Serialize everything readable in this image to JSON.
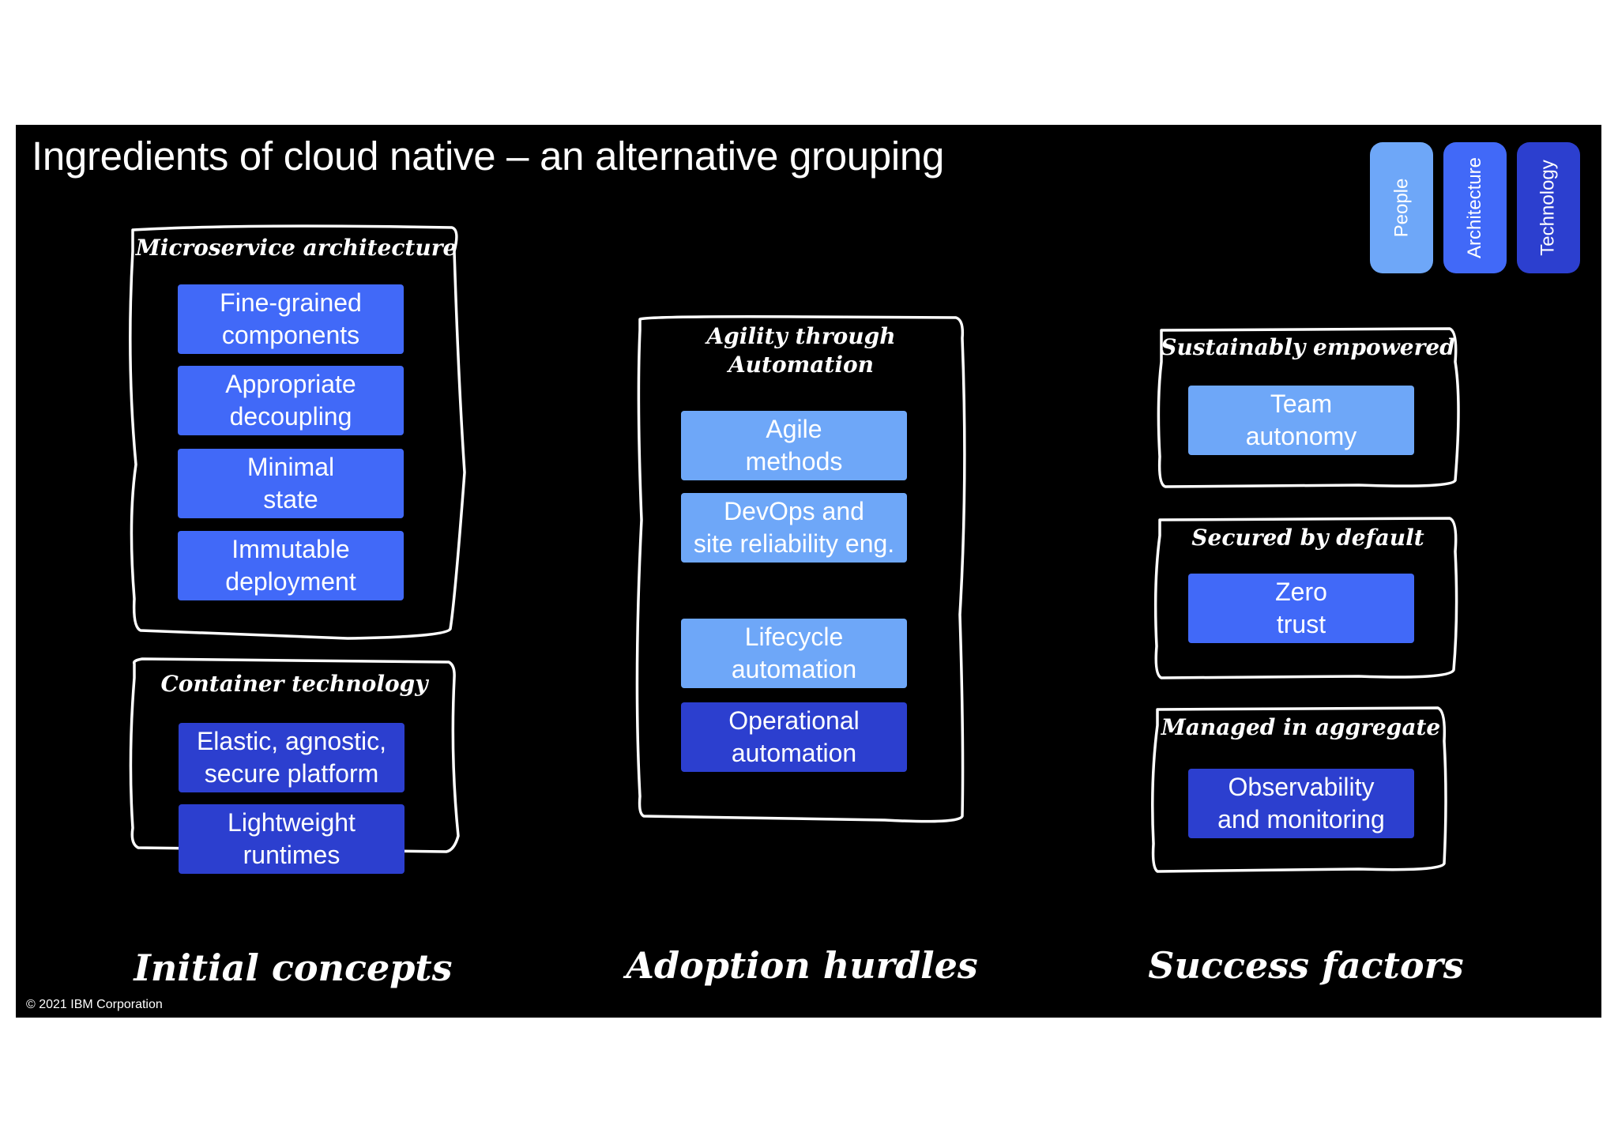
{
  "title": "Ingredients of cloud native – an alternative grouping",
  "legend": [
    "People",
    "Architecture",
    "Technology"
  ],
  "colors": {
    "people": "#6ea7f8",
    "architecture": "#4169f8",
    "technology": "#2c3fcf",
    "background": "#000000"
  },
  "groups": {
    "microservice": {
      "title": "Microservice architecture",
      "items": [
        "Fine-grained\ncomponents",
        "Appropriate\ndecoupling",
        "Minimal\nstate",
        "Immutable\ndeployment"
      ]
    },
    "container": {
      "title": "Container technology",
      "items": [
        "Elastic, agnostic,\nsecure platform",
        "Lightweight\nruntimes"
      ]
    },
    "agility": {
      "title": "Agility through\nAutomation",
      "items": [
        "Agile\nmethods",
        "DevOps and\nsite reliability eng.",
        "Lifecycle\nautomation",
        "Operational\nautomation"
      ]
    },
    "sustainably": {
      "title": "Sustainably empowered",
      "items": [
        "Team\nautonomy"
      ]
    },
    "secured": {
      "title": "Secured by default",
      "items": [
        "Zero\ntrust"
      ]
    },
    "managed": {
      "title": "Managed in aggregate",
      "items": [
        "Observability\nand monitoring"
      ]
    }
  },
  "columns": [
    "Initial concepts",
    "Adoption hurdles",
    "Success factors"
  ],
  "copyright": "© 2021 IBM Corporation"
}
